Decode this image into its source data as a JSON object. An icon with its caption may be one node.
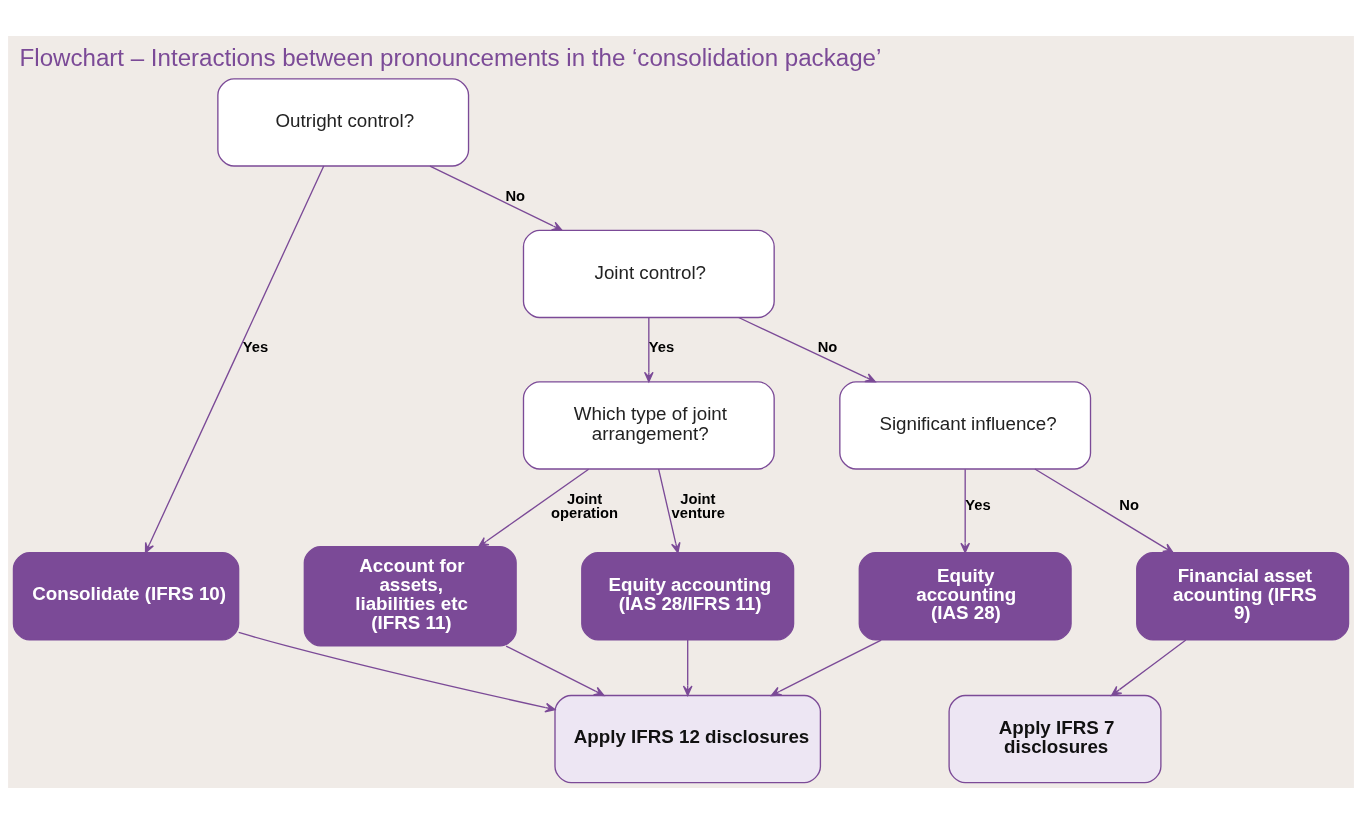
{
  "diagram": {
    "title": "Flowchart – Interactions between pronouncements in the ‘consolidation package’",
    "nodes": [
      {
        "text": [
          "Outright control?"
        ]
      },
      {
        "text": [
          "Joint control?"
        ]
      },
      {
        "text": [
          "Which type of joint arrangement?"
        ]
      },
      {
        "text": [
          "Significant influence?"
        ]
      },
      {
        "text": [
          "Consolidate (IFRS 10)"
        ]
      },
      {
        "text": [
          "Account for assets, liabilities etc (IFRS 11)"
        ]
      },
      {
        "text": [
          "Equity accounting (IAS 28/IFRS 11)"
        ]
      },
      {
        "text": [
          "Equity accounting (IAS 28)"
        ]
      },
      {
        "text": [
          "Financial asset acounting (IFRS 9)"
        ]
      },
      {
        "text": [
          "Apply IFRS 12 disclosures"
        ]
      },
      {
        "text": [
          "Apply IFRS 7 disclosures"
        ]
      }
    ],
    "edges": [
      {
        "from": 0,
        "to": 4,
        "arrow": "to",
        "label": "Yes"
      },
      {
        "from": 0,
        "to": 1,
        "arrow": "to",
        "label": "No"
      },
      {
        "from": 1,
        "to": 2,
        "arrow": "to",
        "label": "Yes"
      },
      {
        "from": 1,
        "to": 3,
        "arrow": "to",
        "label": "No"
      },
      {
        "from": 2,
        "to": 5,
        "arrow": "to",
        "label": "Joint operation"
      },
      {
        "from": 2,
        "to": 6,
        "arrow": "to",
        "label": "Joint venture"
      },
      {
        "from": 3,
        "to": 7,
        "arrow": "to",
        "label": "Yes"
      },
      {
        "from": 3,
        "to": 8,
        "arrow": "to",
        "label": "No"
      },
      {
        "from": 4,
        "to": 9,
        "arrow": "to"
      },
      {
        "from": 5,
        "to": 9,
        "arrow": "to"
      },
      {
        "from": 6,
        "to": 9,
        "arrow": "to"
      },
      {
        "from": 7,
        "to": 9,
        "arrow": "to"
      },
      {
        "from": 8,
        "to": 10,
        "arrow": "to"
      }
    ]
  }
}
